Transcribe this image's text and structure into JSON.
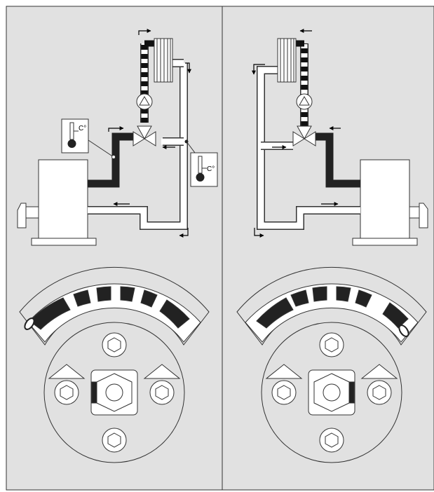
{
  "thermometer_labels": {
    "left_upper": "C°",
    "left_lower": "C°"
  },
  "colors": {
    "background": "#e1e1e1",
    "outline": "#333333",
    "pipe_hot": "#222222",
    "pipe_cold": "#ffffff",
    "panel_fill": "#ffffff"
  },
  "icons": [
    "radiator-icon",
    "pump-icon",
    "mixing-valve-icon",
    "thermometer-icon",
    "boiler-icon",
    "burner-icon",
    "flow-arrow-icon",
    "hex-bolt-icon",
    "valve-scale-dial"
  ]
}
